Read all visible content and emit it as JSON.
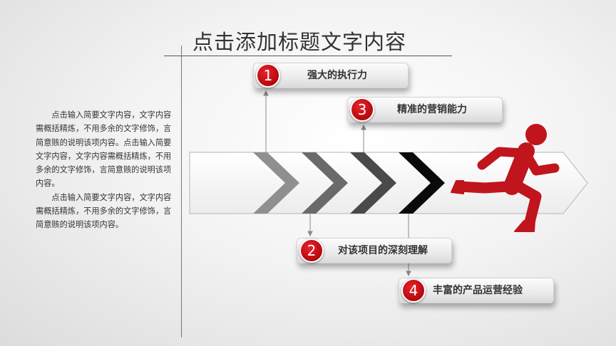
{
  "slide": {
    "title": "点击添加标题文字内容",
    "description": [
      "点击输入简要文字内容，文字内容需概括精炼，不用多余的文字修饰，言简意赅的说明该项内容。点击输入简要文字内容，文字内容需概括精炼，不用多余的文字修饰，言简意赅的说明该项内容。",
      "点击输入简要文字内容，文字内容需概括精炼，不用多余的文字修饰，言简意赅的说明该项内容。"
    ],
    "items": [
      {
        "number": "1",
        "label": "强大的执行力"
      },
      {
        "number": "2",
        "label": "对该项目的深刻理解"
      },
      {
        "number": "3",
        "label": "精准的营销能力"
      },
      {
        "number": "4",
        "label": "丰富的产品运营经验"
      }
    ],
    "icons": {
      "runner": "running-person-icon",
      "chevrons": "chevron-right-icon"
    },
    "colors": {
      "accent": "#c0151c",
      "text": "#333333",
      "chevron_light": "#8a8a8a",
      "chevron_dark": "#0a0a0a"
    }
  }
}
